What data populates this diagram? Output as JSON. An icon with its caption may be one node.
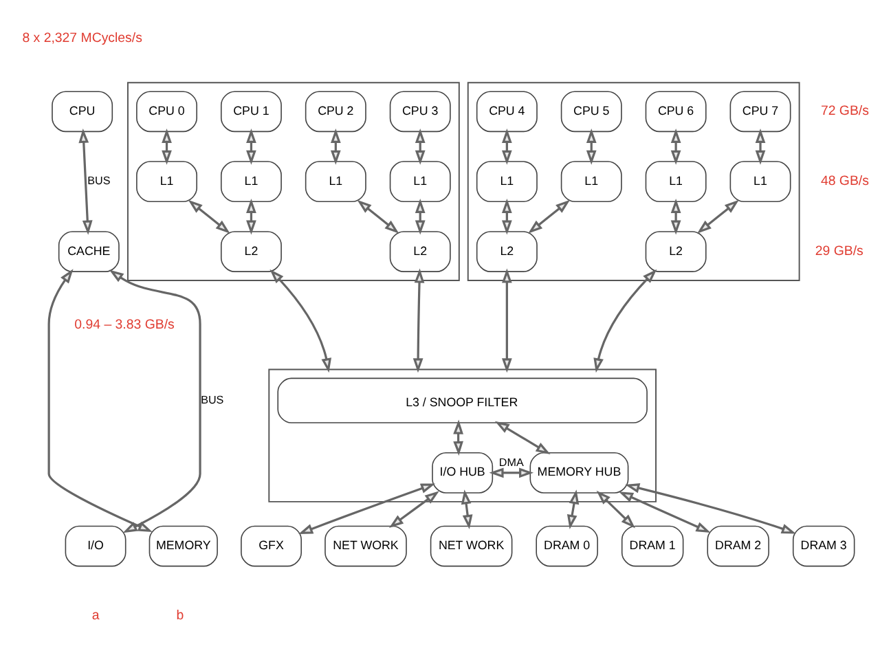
{
  "diagram": {
    "nodes": [
      {
        "text": [
          "CPU"
        ]
      },
      {
        "text": [
          "CACHE"
        ]
      },
      {
        "text": [
          "I/O"
        ]
      },
      {
        "text": [
          "MEMORY"
        ]
      },
      {
        "text": [],
        "shape": "box"
      },
      {
        "text": [
          "CPU 0"
        ],
        "in": 4
      },
      {
        "text": [
          "CPU 1"
        ],
        "in": 4
      },
      {
        "text": [
          "CPU 2"
        ],
        "in": 4
      },
      {
        "text": [
          "CPU 3"
        ],
        "in": 4
      },
      {
        "text": [
          "L1"
        ],
        "in": 4
      },
      {
        "text": [
          "L1"
        ],
        "in": 4
      },
      {
        "text": [
          "L1"
        ],
        "in": 4
      },
      {
        "text": [
          "L1"
        ],
        "in": 4
      },
      {
        "text": [
          "L2"
        ],
        "in": 4
      },
      {
        "text": [
          "L2"
        ],
        "in": 4
      },
      {
        "text": [],
        "shape": "box"
      },
      {
        "text": [
          "CPU 4"
        ],
        "in": 15
      },
      {
        "text": [
          "CPU 5"
        ],
        "in": 15
      },
      {
        "text": [
          "CPU 6"
        ],
        "in": 15
      },
      {
        "text": [
          "CPU 7"
        ],
        "in": 15
      },
      {
        "text": [
          "L1"
        ],
        "in": 15
      },
      {
        "text": [
          "L1"
        ],
        "in": 15
      },
      {
        "text": [
          "L1"
        ],
        "in": 15
      },
      {
        "text": [
          "L1"
        ],
        "in": 15
      },
      {
        "text": [
          "L2"
        ],
        "in": 15
      },
      {
        "text": [
          "L2"
        ],
        "in": 15
      },
      {
        "text": [],
        "shape": "box"
      },
      {
        "text": [
          "L3 / SNOOP FILTER"
        ],
        "in": 26
      },
      {
        "text": [
          "I/O HUB"
        ],
        "in": 26
      },
      {
        "text": [
          "MEMORY HUB"
        ],
        "in": 26
      },
      {
        "text": [
          "GFX"
        ]
      },
      {
        "text": [
          "NET WORK"
        ]
      },
      {
        "text": [
          "NET WORK"
        ]
      },
      {
        "text": [
          "DRAM 0"
        ]
      },
      {
        "text": [
          "DRAM 1"
        ]
      },
      {
        "text": [
          "DRAM 2"
        ]
      },
      {
        "text": [
          "DRAM 3"
        ]
      }
    ],
    "edges": [
      {
        "from": 0,
        "to": 1,
        "arrow": "both",
        "label": "BUS"
      },
      {
        "from": 1,
        "to": 2,
        "arrow": "both",
        "label": "BUS"
      },
      {
        "from": 1,
        "to": 3,
        "arrow": "both"
      },
      {
        "from": 5,
        "to": 9,
        "arrow": "both"
      },
      {
        "from": 6,
        "to": 10,
        "arrow": "both"
      },
      {
        "from": 7,
        "to": 11,
        "arrow": "both"
      },
      {
        "from": 8,
        "to": 12,
        "arrow": "both"
      },
      {
        "from": 9,
        "to": 13,
        "arrow": "both"
      },
      {
        "from": 10,
        "to": 13,
        "arrow": "both"
      },
      {
        "from": 11,
        "to": 14,
        "arrow": "both"
      },
      {
        "from": 12,
        "to": 14,
        "arrow": "both"
      },
      {
        "from": 16,
        "to": 20,
        "arrow": "both"
      },
      {
        "from": 17,
        "to": 21,
        "arrow": "both"
      },
      {
        "from": 18,
        "to": 22,
        "arrow": "both"
      },
      {
        "from": 19,
        "to": 23,
        "arrow": "both"
      },
      {
        "from": 20,
        "to": 24,
        "arrow": "both"
      },
      {
        "from": 21,
        "to": 24,
        "arrow": "both"
      },
      {
        "from": 22,
        "to": 25,
        "arrow": "both"
      },
      {
        "from": 23,
        "to": 25,
        "arrow": "both"
      },
      {
        "from": 13,
        "to": 26,
        "arrow": "both"
      },
      {
        "from": 14,
        "to": 26,
        "arrow": "both"
      },
      {
        "from": 24,
        "to": 26,
        "arrow": "both"
      },
      {
        "from": 25,
        "to": 26,
        "arrow": "both"
      },
      {
        "from": 27,
        "to": 28,
        "arrow": "both"
      },
      {
        "from": 27,
        "to": 29,
        "arrow": "both"
      },
      {
        "from": 28,
        "to": 29,
        "arrow": "both",
        "label": "DMA"
      },
      {
        "from": 28,
        "to": 30,
        "arrow": "both"
      },
      {
        "from": 28,
        "to": 31,
        "arrow": "both"
      },
      {
        "from": 28,
        "to": 32,
        "arrow": "both"
      },
      {
        "from": 29,
        "to": 33,
        "arrow": "both"
      },
      {
        "from": 29,
        "to": 34,
        "arrow": "both"
      },
      {
        "from": 29,
        "to": 35,
        "arrow": "both"
      },
      {
        "from": 29,
        "to": 36,
        "arrow": "both"
      }
    ],
    "labels": [
      "8 x 2,327 MCycles/s",
      "72 GB/s",
      "48 GB/s",
      "29 GB/s",
      "0.94 – 3.83 GB/s",
      "a",
      "b"
    ]
  }
}
